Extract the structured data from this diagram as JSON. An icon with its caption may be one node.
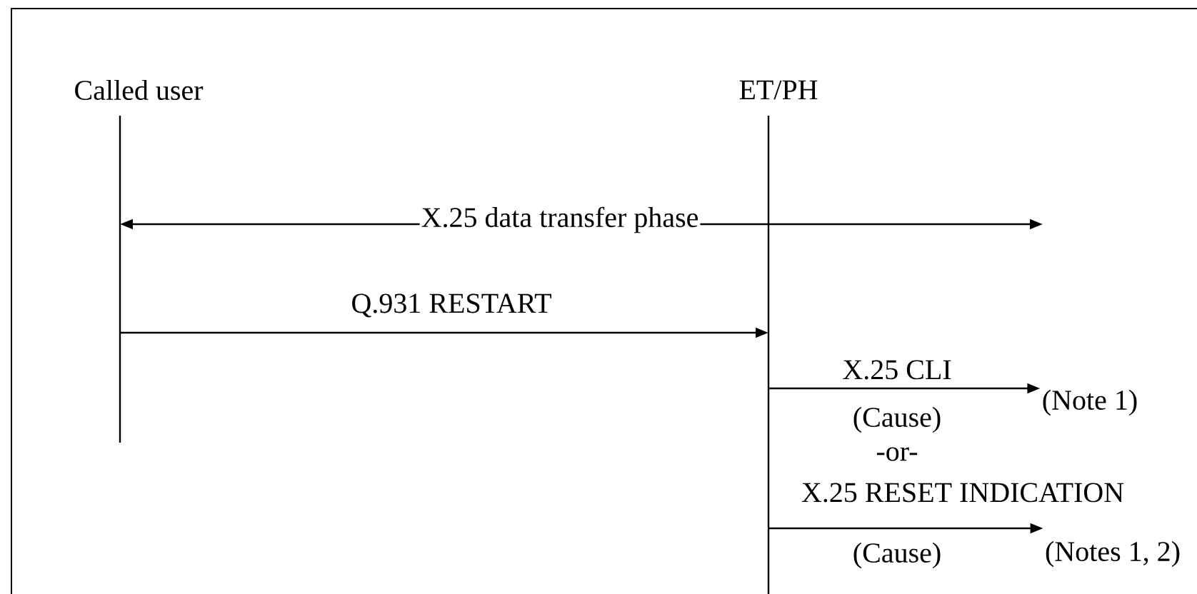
{
  "diagram": {
    "nodes": [
      {
        "text": [
          "Called user"
        ]
      },
      {
        "text": [
          "ET/PH"
        ]
      },
      {
        "text": [
          "(Note 1)"
        ]
      },
      {
        "text": [
          "(Notes 1, 2)"
        ]
      }
    ],
    "edges": [
      {
        "from": 0,
        "to": null,
        "arrow": "both",
        "label": "X.25 data transfer phase"
      },
      {
        "from": 0,
        "to": 1,
        "arrow": "to",
        "label": "Q.931 RESTART"
      },
      {
        "from": 1,
        "to": 2,
        "arrow": "to",
        "label": "X.25 CLI"
      },
      {
        "from": 1,
        "to": 3,
        "arrow": "to",
        "label": "X.25 RESET INDICATION"
      }
    ],
    "labels": [
      "(Cause)",
      "-or-",
      "(Cause)"
    ]
  }
}
